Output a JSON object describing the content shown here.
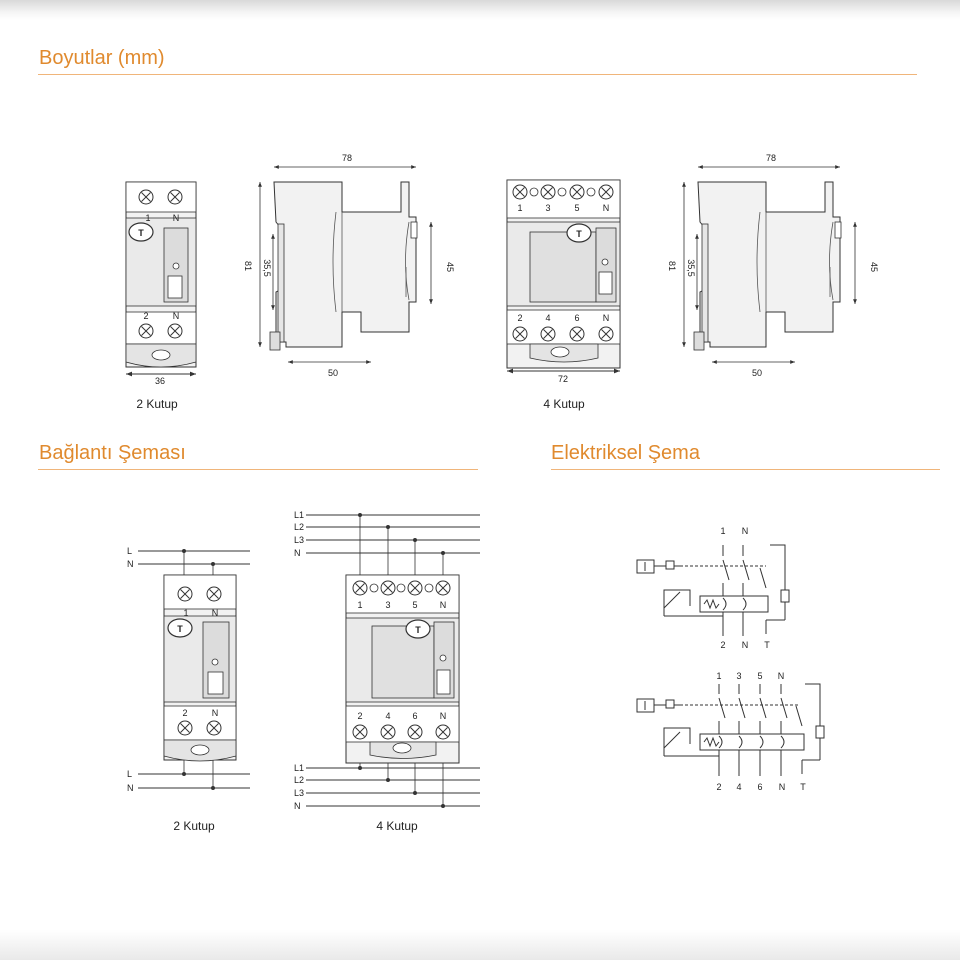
{
  "sections": {
    "dimensions": {
      "title": "Boyutlar (mm)"
    },
    "connection": {
      "title": "Bağlantı Şeması"
    },
    "electrical": {
      "title": "Elektriksel Şema"
    }
  },
  "dimensions": {
    "two_pole": {
      "caption": "2 Kutup",
      "top_terminals": [
        "1",
        "N"
      ],
      "bottom_terminals": [
        "2",
        "N"
      ],
      "test_button": "T",
      "width": "36",
      "side": {
        "depth": "78",
        "height": "81",
        "middle": "35,5",
        "front": "45",
        "base": "50"
      }
    },
    "four_pole": {
      "caption": "4 Kutup",
      "top_terminals": [
        "1",
        "3",
        "5",
        "N"
      ],
      "bottom_terminals": [
        "2",
        "4",
        "6",
        "N"
      ],
      "test_button": "T",
      "width": "72",
      "side": {
        "depth": "78",
        "height": "81",
        "middle": "35,5",
        "front": "45",
        "base": "50"
      }
    }
  },
  "connection": {
    "two_pole": {
      "caption": "2 Kutup",
      "supply_lines": [
        "L",
        "N"
      ],
      "load_lines": [
        "L",
        "N"
      ],
      "top_terminals": [
        "1",
        "N"
      ],
      "bottom_terminals": [
        "2",
        "N"
      ],
      "test_button": "T"
    },
    "four_pole": {
      "caption": "4 Kutup",
      "supply_lines": [
        "L1",
        "L2",
        "L3",
        "N"
      ],
      "load_lines": [
        "L1",
        "L2",
        "L3",
        "N"
      ],
      "top_terminals": [
        "1",
        "3",
        "5",
        "N"
      ],
      "bottom_terminals": [
        "2",
        "4",
        "6",
        "N"
      ],
      "test_button": "T"
    }
  },
  "electrical": {
    "two_pole": {
      "top_labels": [
        "1",
        "N"
      ],
      "bottom_labels": [
        "2",
        "N",
        "T"
      ]
    },
    "four_pole": {
      "top_labels": [
        "1",
        "3",
        "5",
        "N"
      ],
      "bottom_labels": [
        "2",
        "4",
        "6",
        "N",
        "T"
      ]
    }
  }
}
